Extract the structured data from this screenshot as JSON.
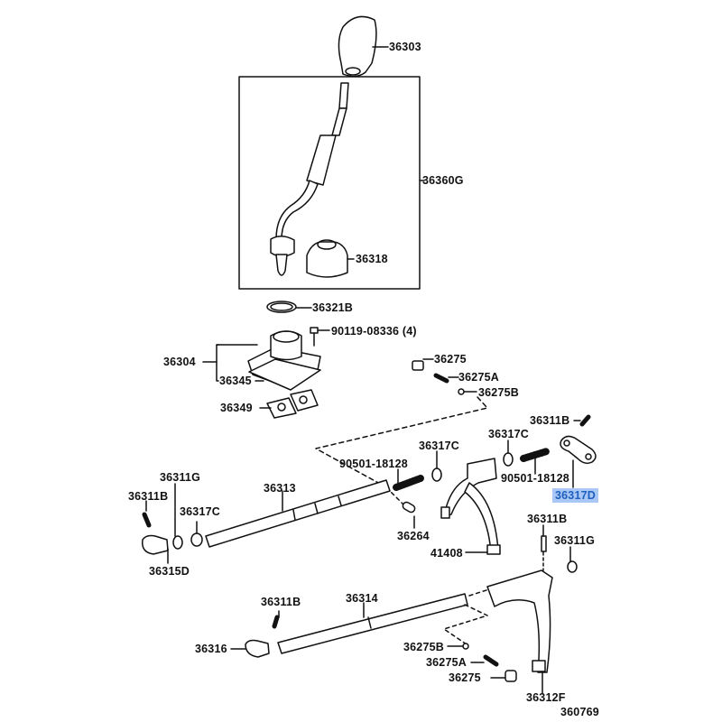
{
  "diagram": {
    "title": "Shift lever & shift fork assembly parts diagram",
    "highlight_color": "#a9c8f5",
    "highlight_text_color": "#1f5fbf",
    "illustration_id": "360769",
    "labels": {
      "p36303": "36303",
      "p36360G": "36360G",
      "p36318": "36318",
      "p36321B": "36321B",
      "p90119": "90119-08336 (4)",
      "p36304": "36304",
      "p36345": "36345",
      "p36349": "36349",
      "p36275_top": "36275",
      "p36275A_top": "36275A",
      "p36275B_top": "36275B",
      "p36311B_topright": "36311B",
      "p36317C_right": "36317C",
      "p36317C_mid": "36317C",
      "p90501_left": "90501-18128",
      "p90501_right": "90501-18128",
      "p36317D": "36317D",
      "p36311G_left": "36311G",
      "p36311B_left": "36311B",
      "p36317C_left": "36317C",
      "p36313": "36313",
      "p36315D": "36315D",
      "p36264": "36264",
      "p41408": "41408",
      "p36311B_right": "36311B",
      "p36311G_right": "36311G",
      "p36311B_bottom": "36311B",
      "p36314": "36314",
      "p36316": "36316",
      "p36275B_bottom": "36275B",
      "p36275A_bottom": "36275A",
      "p36275_bottom": "36275",
      "p36312F": "36312F"
    },
    "highlighted_part": "36317D"
  }
}
